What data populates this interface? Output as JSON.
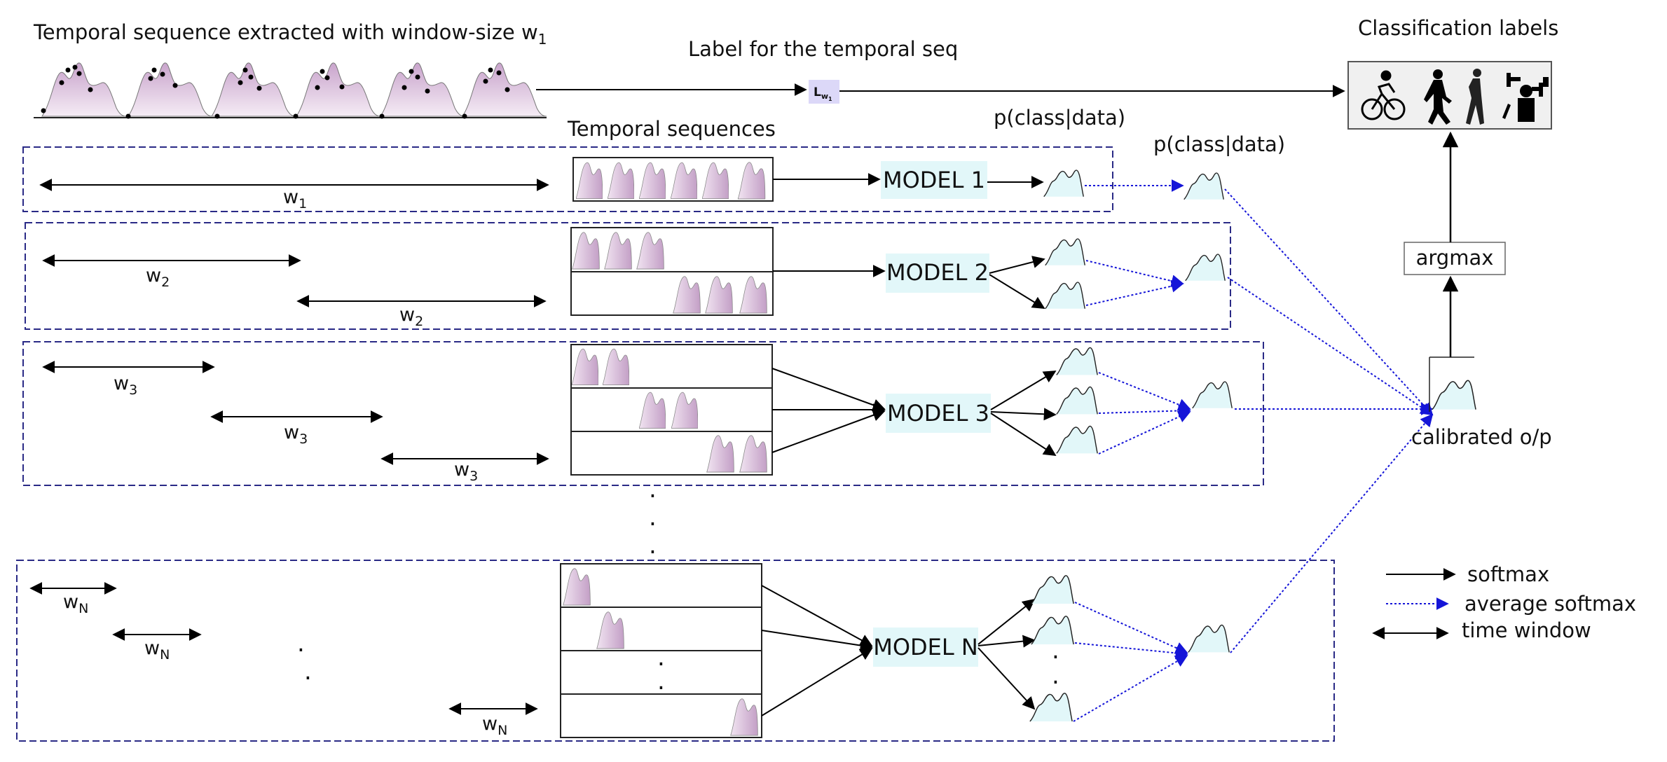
{
  "header": {
    "extract_title": "Temporal sequence extracted with  window-size w",
    "extract_sub": "1",
    "label_title": "Label for the temporal seq",
    "label_box": "L",
    "label_box_sub": "w",
    "label_box_subsub": "1",
    "classification_title": "Classification labels",
    "class_icons": [
      "cyclist-icon",
      "walker-icon",
      "runner-icon",
      "weightlifter-icon"
    ]
  },
  "captions": {
    "temporal_sequences": "Temporal sequences",
    "pclass_1": "p(class|data)",
    "pclass_2": "p(class|data)",
    "argmax": "argmax",
    "calibrated": "calibrated o/p"
  },
  "rows": [
    {
      "model": "MODEL 1",
      "w": "w",
      "sub": "1",
      "windows": 1
    },
    {
      "model": "MODEL 2",
      "w": "w",
      "sub": "2",
      "windows": 2
    },
    {
      "model": "MODEL 3",
      "w": "w",
      "sub": "3",
      "windows": 3
    },
    {
      "model": "MODEL N",
      "w": "w",
      "sub": "N",
      "windows": 3
    }
  ],
  "ellipsis": ".",
  "legend": {
    "softmax": "softmax",
    "average_softmax": "average softmax",
    "time_window": "time window"
  },
  "colors": {
    "dashed_border": "#2a2a86",
    "dotted_arrow": "#1515d8",
    "wave_fill": "#d8b8da",
    "softmax_fill": "#e2f7f9",
    "model_fill": "#e2f7f9",
    "label_box_fill": "#dcd8f8"
  }
}
